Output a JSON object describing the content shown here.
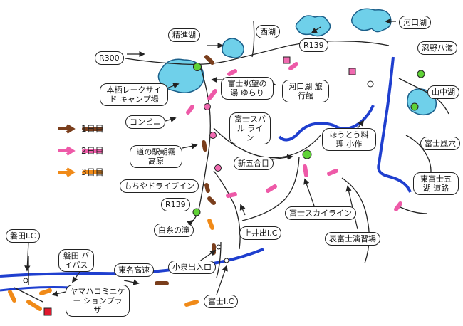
{
  "labels": {
    "saiko": "西湖",
    "kawaguchiko_lake": "河口湖",
    "shojiko": "精進湖",
    "r300": "R300",
    "r139_top": "R139",
    "oshino": "忍野八海",
    "motosu_camp": "本栖レークサイド キャンプ場",
    "fujimi_onsen": "富士眺望の湯 ゆらり",
    "kawaguchiko_hotel": "河口湖 旅行館",
    "yamanakako": "山中湖",
    "convenience": "コンビニ",
    "fuji_subaru": "富士スバル ライン",
    "houtou": "ほうとう料理 小作",
    "fuji_fuketsu": "富士風穴",
    "michinoeki": "道の駅朝霧 高原",
    "shingogome": "新五合目",
    "higashi_fuji": "東富士五湖 道路",
    "mochiya": "もちやドライブイン",
    "r139_mid": "R139",
    "fuji_mountain": "富士スカイライン",
    "shiraito": "白糸の滝",
    "kamiide": "上井出I.C",
    "omote_fuji": "表富士演習場",
    "iwata_ic": "磐田I.C",
    "iwata_bypass": "磐田 バイパス",
    "tomei": "東名高速",
    "koizumi": "小泉出入口",
    "yamaha": "ヤマハコミニケー ションプラザ",
    "fuji_ic": "富士I.C"
  },
  "legend": [
    {
      "label": "1日目",
      "color": "#7a3e1c"
    },
    {
      "label": "2日目",
      "color": "#ee5aa8"
    },
    {
      "label": "3日目",
      "color": "#f08a18"
    }
  ],
  "colors": {
    "road_blue": "#1f3fcf",
    "lake_blue": "#6fd0ea",
    "marker_green": "#5fd236",
    "marker_pink": "#f06ab0",
    "marker_red": "#e0182e"
  }
}
